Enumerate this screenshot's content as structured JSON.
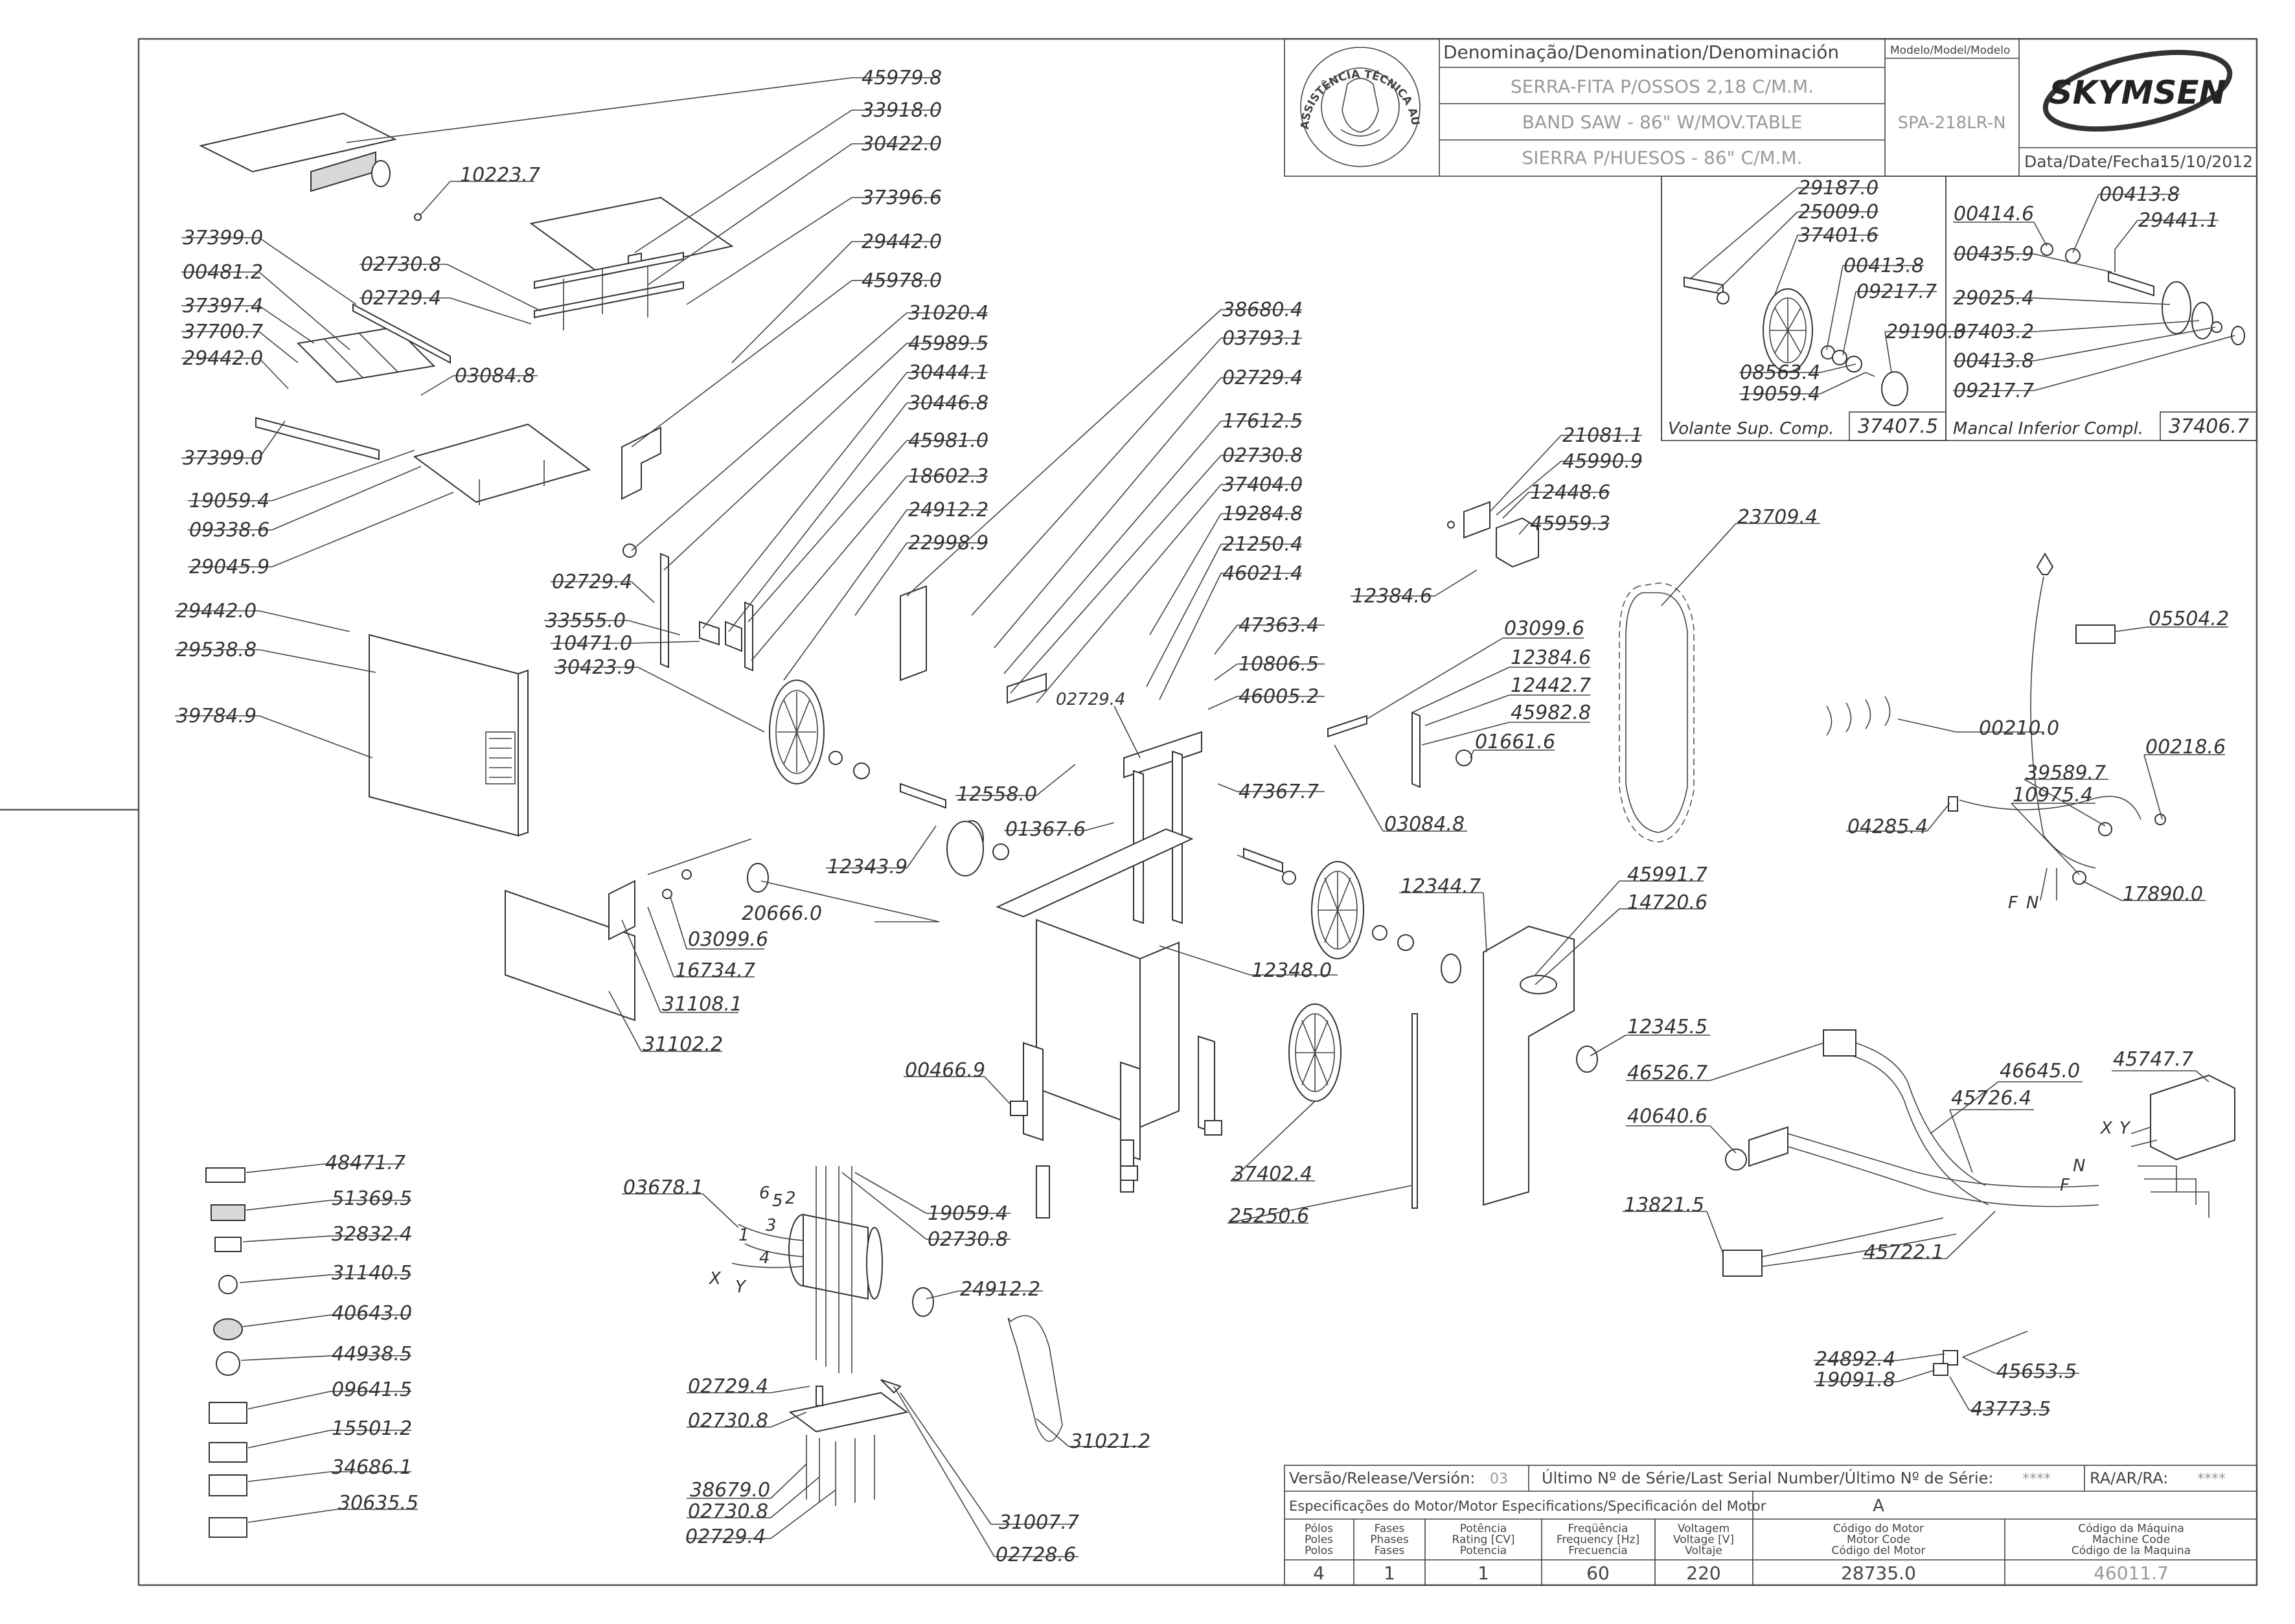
{
  "title_block": {
    "header_denomination": "Denominação/Denomination/Denominación",
    "header_model": "Modelo/Model/Modelo",
    "name_pt": "SERRA-FITA P/OSSOS 2,18 C/M.M.",
    "name_en": "BAND SAW - 86\" W/MOV.TABLE",
    "name_es": "SIERRA P/HUESOS - 86\" C/M.M.",
    "model": "SPA-218LR-N",
    "brand": "SKYMSEN",
    "date_label": "Data/Date/Fecha:",
    "date": "15/10/2012",
    "seal_text": "ASSISTÊNCIA TÉCNICA AUTORIZADA"
  },
  "insets": {
    "left_title": "Volante Sup. Comp.",
    "left_code": "37407.5",
    "right_title": "Mancal Inferior Compl.",
    "right_code": "37406.7"
  },
  "labels": {
    "volante": [
      "29187.0",
      "25009.0",
      "37401.6",
      "00413.8",
      "09217.7",
      "29190.0",
      "08563.4",
      "19059.4"
    ],
    "mancal": [
      "00414.6",
      "00413.8",
      "29441.1",
      "00435.9",
      "29025.4",
      "37403.2",
      "00413.8",
      "09217.7"
    ],
    "table": [
      "45979.8",
      "33918.0",
      "30422.0",
      "10223.7",
      "37396.6",
      "02730.8",
      "02729.4",
      "29442.0",
      "45978.0",
      "37399.0",
      "00481.2",
      "37397.4",
      "37700.7",
      "29442.0",
      "03084.8",
      "37399.0",
      "19059.4",
      "09338.6",
      "29045.9"
    ],
    "cabinet": [
      "29442.0",
      "29538.8",
      "39784.9"
    ],
    "wheel_upper": [
      "31020.4",
      "45989.5",
      "30444.1",
      "30446.8",
      "45981.0",
      "18602.3",
      "24912.2",
      "22998.9",
      "02729.4",
      "33555.0",
      "10471.0",
      "30423.9"
    ],
    "frame": [
      "38680.4",
      "03793.1",
      "02729.4",
      "17612.5",
      "02730.8",
      "37404.0",
      "19284.8",
      "21250.4",
      "46021.4",
      "47363.4",
      "10806.5",
      "46005.2",
      "47367.7",
      "02729.4",
      "12558.0",
      "01367.6",
      "12343.9"
    ],
    "guide": [
      "21081.1",
      "45990.9",
      "12448.6",
      "45959.3",
      "12384.6"
    ],
    "guide2": [
      "03099.6",
      "12384.6",
      "12442.7",
      "45982.8",
      "01661.6",
      "03084.8"
    ],
    "blade": [
      "23709.4"
    ],
    "power": [
      "05504.2",
      "00210.0",
      "00218.6",
      "39589.7",
      "10975.4",
      "04285.4",
      "17890.0"
    ],
    "power_fn": [
      "F",
      "N"
    ],
    "pusher": [
      "20666.0",
      "03099.6",
      "16734.7",
      "31108.1",
      "31102.2"
    ],
    "lower": [
      "12348.0",
      "00466.9",
      "37402.4",
      "25250.6",
      "12344.7",
      "45991.7",
      "14720.6",
      "12345.5"
    ],
    "electric": [
      "46526.7",
      "46645.0",
      "45747.7",
      "45726.4",
      "40640.6",
      "13821.5",
      "45722.1",
      "24892.4",
      "19091.8",
      "45653.5",
      "43773.5"
    ],
    "electric_xyfn": [
      "X",
      "Y",
      "N",
      "F"
    ],
    "stickers": [
      "48471.7",
      "51369.5",
      "32832.4",
      "31140.5",
      "40643.0",
      "44938.5",
      "09641.5",
      "15501.2",
      "34686.1",
      "30635.5"
    ],
    "motor": [
      "03678.1",
      "19059.4",
      "02730.8",
      "24912.2",
      "02729.4",
      "02730.8",
      "31021.2",
      "38679.0",
      "02730.8",
      "02729.4",
      "31007.7",
      "02728.6"
    ],
    "motor_wires": [
      "6",
      "5",
      "2",
      "3",
      "4",
      "1",
      "X",
      "Y"
    ]
  },
  "spec_table": {
    "release_label": "Versão/Release/Versión:",
    "release_value": "03",
    "serial_label": "Último Nº de Série/Last Serial Number/Último Nº de Série:",
    "serial_value": "****",
    "ra_label": "RA/AR/RA:",
    "ra_value": "****",
    "motor_spec_label": "Especificações do Motor/Motor Especifications/Specificación del Motor",
    "motor_variant": "A",
    "col_poles": [
      "Pólos",
      "Poles",
      "Polos"
    ],
    "col_phases": [
      "Fases",
      "Phases",
      "Fases"
    ],
    "col_power": [
      "Potência",
      "Rating [CV]",
      "Potencia"
    ],
    "col_freq": [
      "Freqüência",
      "Frequency [Hz]",
      "Frecuencia"
    ],
    "col_volt": [
      "Voltagem",
      "Voltage [V]",
      "Voltaje"
    ],
    "col_motor_code": [
      "Código do Motor",
      "Motor Code",
      "Código del Motor"
    ],
    "col_machine_code": [
      "Código da Máquina",
      "Machine Code",
      "Código de la Maquina"
    ],
    "poles": "4",
    "phases": "1",
    "power": "1",
    "frequency": "60",
    "voltage": "220",
    "motor_code": "28735.0",
    "machine_code": "46011.7"
  },
  "colors": {
    "line": "#444444",
    "text": "#333333",
    "faint": "#999999"
  }
}
